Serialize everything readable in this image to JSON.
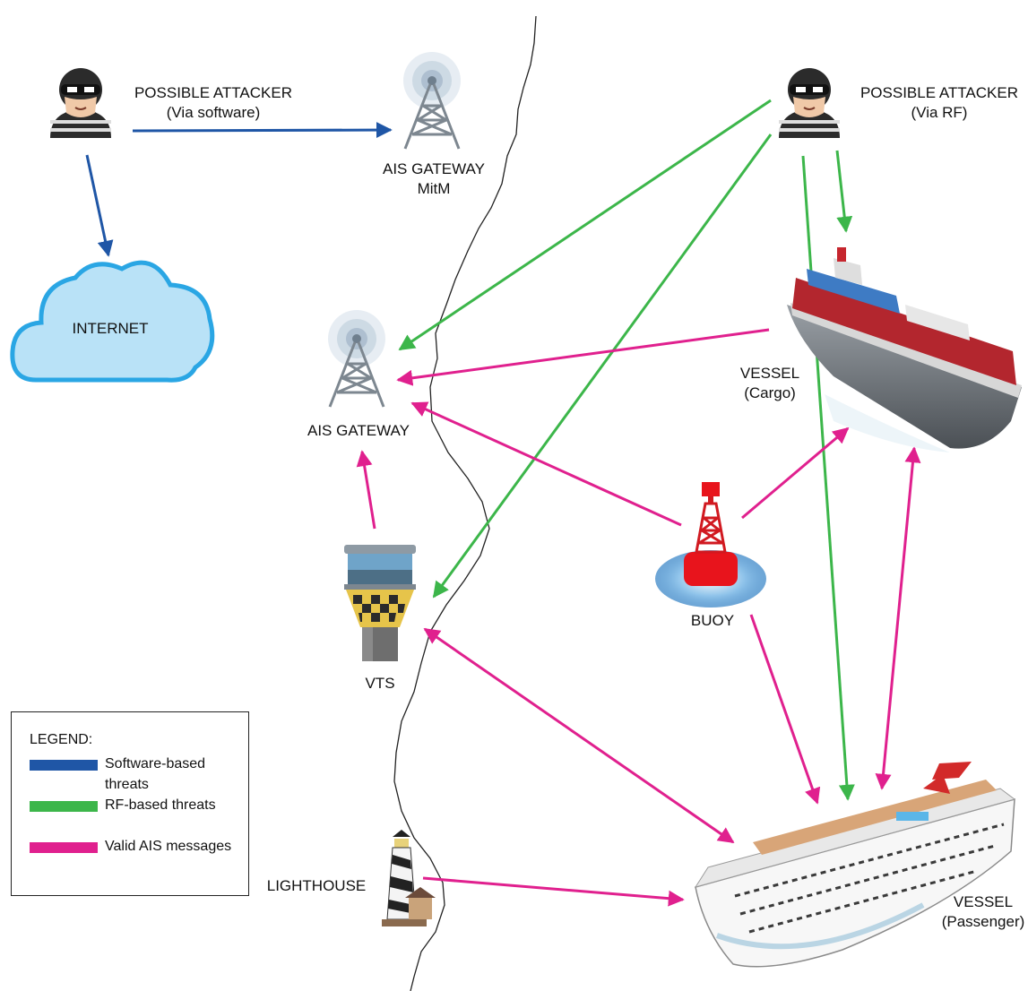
{
  "nodes": {
    "attacker_software": {
      "title": "POSSIBLE ATTACKER",
      "subtitle": "(Via software)"
    },
    "attacker_rf": {
      "title": "POSSIBLE ATTACKER",
      "subtitle": "(Via RF)"
    },
    "gateway_mitm": {
      "title": "AIS GATEWAY",
      "subtitle": "MitM"
    },
    "internet": {
      "title": "INTERNET"
    },
    "gateway": {
      "title": "AIS GATEWAY"
    },
    "vessel_cargo": {
      "title": "VESSEL",
      "subtitle": "(Cargo)"
    },
    "buoy": {
      "title": "BUOY"
    },
    "vts": {
      "title": "VTS"
    },
    "lighthouse": {
      "title": "LIGHTHOUSE"
    },
    "vessel_passenger": {
      "title": "VESSEL",
      "subtitle": "(Passenger)"
    }
  },
  "legend": {
    "title": "LEGEND:",
    "items": [
      {
        "label": "Software-based threats",
        "color": "#1f56a6"
      },
      {
        "label": "RF-based threats",
        "color": "#3cb64a"
      },
      {
        "label": "Valid AIS messages",
        "color": "#e0208e"
      }
    ]
  },
  "colors": {
    "software": "#1f56a6",
    "rf": "#3cb64a",
    "valid": "#e0208e",
    "cloud_fill": "#b9e2f7",
    "cloud_stroke": "#2aa6e4"
  }
}
